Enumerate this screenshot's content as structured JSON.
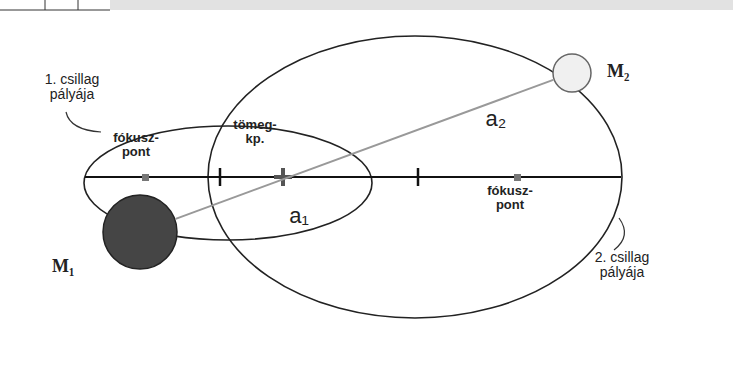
{
  "diagram": {
    "nodes": [
      {
        "text": [
          "M₁"
        ]
      },
      {
        "text": [
          "M₂"
        ]
      }
    ],
    "edges": [
      {
        "from": 0,
        "to": 1,
        "arrow": "none"
      }
    ],
    "labels": [
      "1. csillag pályája",
      "fókusz- pont",
      "tömeg- kp.",
      "a₁",
      "a₂",
      "fókusz- pont",
      "2. csillag pályája"
    ]
  }
}
